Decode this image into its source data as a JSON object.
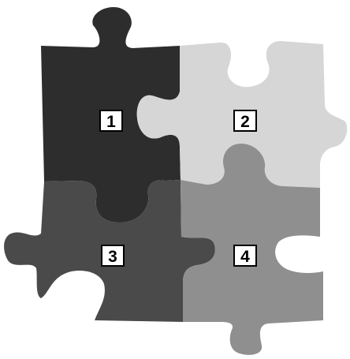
{
  "pieces": [
    {
      "label": "1",
      "color": "#2d2d2d"
    },
    {
      "label": "2",
      "color": "#d6d6d6"
    },
    {
      "label": "3",
      "color": "#4a4a4a"
    },
    {
      "label": "4",
      "color": "#8f8f8f"
    }
  ]
}
